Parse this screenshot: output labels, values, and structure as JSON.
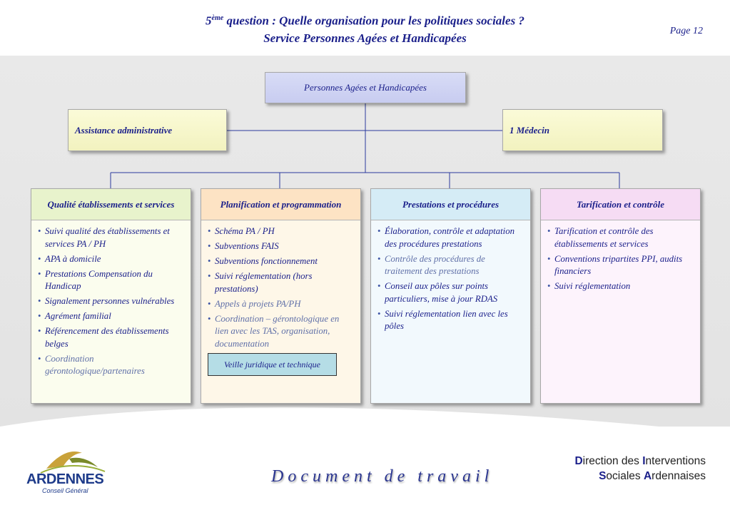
{
  "header": {
    "title_num": "5",
    "title_sup": "ème",
    "title_rest": " question : Quelle organisation pour les politiques sociales ?",
    "subtitle": "Service Personnes Agées et  Handicapées",
    "page": "Page 12"
  },
  "org": {
    "top": "Personnes Agées et  Handicapées",
    "left": "Assistance administrative",
    "right": "1 Médecin"
  },
  "columns": [
    {
      "title": "Qualité établissements et services",
      "header_color": "#e8f3cc",
      "body_color": "#fbfdee",
      "items": [
        {
          "text": "Suivi qualité des établissements et services PA / PH",
          "muted": false
        },
        {
          "text": "APA à domicile",
          "muted": false
        },
        {
          "text": "Prestations Compensation du Handicap",
          "muted": false
        },
        {
          "text": "Signalement personnes vulnérables",
          "muted": false
        },
        {
          "text": "Agrément familial",
          "muted": false
        },
        {
          "text": "Référencement des établissements belges",
          "muted": false
        },
        {
          "text": "Coordination gérontologique/partenaires",
          "muted": true
        }
      ]
    },
    {
      "title": "Planification et programmation",
      "header_color": "#fde3c4",
      "body_color": "#fef7e8",
      "items": [
        {
          "text": "Schéma PA / PH",
          "muted": false
        },
        {
          "text": "Subventions FAIS",
          "muted": false
        },
        {
          "text": "Subventions fonctionnement",
          "muted": false
        },
        {
          "text": "Suivi réglementation (hors prestations)",
          "muted": false
        },
        {
          "text": "Appels à projets PA/PH",
          "muted": true
        },
        {
          "text": "Coordination – gérontologique en lien avec les TAS, organisation, documentation",
          "muted": true
        }
      ],
      "extra_box": "Veille juridique et technique"
    },
    {
      "title": "Prestations et procédures",
      "header_color": "#d5ecf6",
      "body_color": "#f2f9fd",
      "items": [
        {
          "text": "Élaboration, contrôle et adaptation des procédures prestations",
          "muted": false
        },
        {
          "text": "Contrôle des procédures de traitement des prestations",
          "muted": true
        },
        {
          "text": "Conseil aux pôles sur points particuliers, mise à jour RDAS",
          "muted": false
        },
        {
          "text": "Suivi réglementation lien avec les pôles",
          "muted": false
        }
      ]
    },
    {
      "title": "Tarification et contrôle",
      "header_color": "#f6dcf4",
      "body_color": "#fdf3fc",
      "items": [
        {
          "text": "Tarification et contrôle des établissements et services",
          "muted": false
        },
        {
          "text": "Conventions tripartites PPI, audits financiers",
          "muted": false
        },
        {
          "text": "Suivi réglementation",
          "muted": false
        }
      ]
    }
  ],
  "footer": {
    "doc_label": "Document de travail",
    "dir_line1_a": "D",
    "dir_line1_b": "irection des ",
    "dir_line1_c": "I",
    "dir_line1_d": "nterventions",
    "dir_line2_a": "S",
    "dir_line2_b": "ociales ",
    "dir_line2_c": "A",
    "dir_line2_d": "rdennaises",
    "logo_name": "ARDENNES",
    "logo_sub": "Conseil Général"
  },
  "colors": {
    "title_blue": "#1a1f8a",
    "connector": "#2b3a9e"
  }
}
